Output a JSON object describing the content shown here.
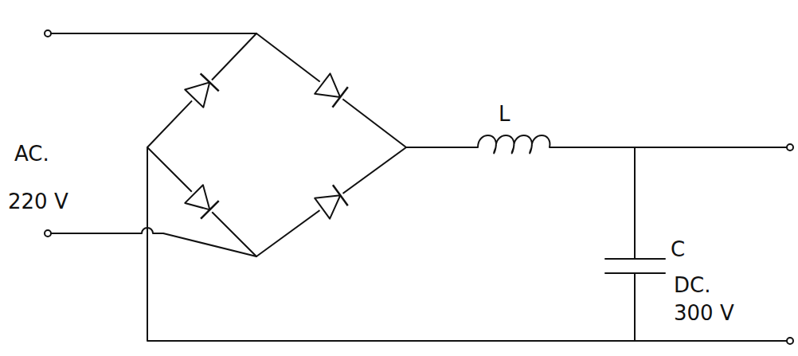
{
  "diagram": {
    "labels": [
      "AC.",
      "220 V",
      "L",
      "C",
      "DC.",
      "300 V"
    ]
  }
}
